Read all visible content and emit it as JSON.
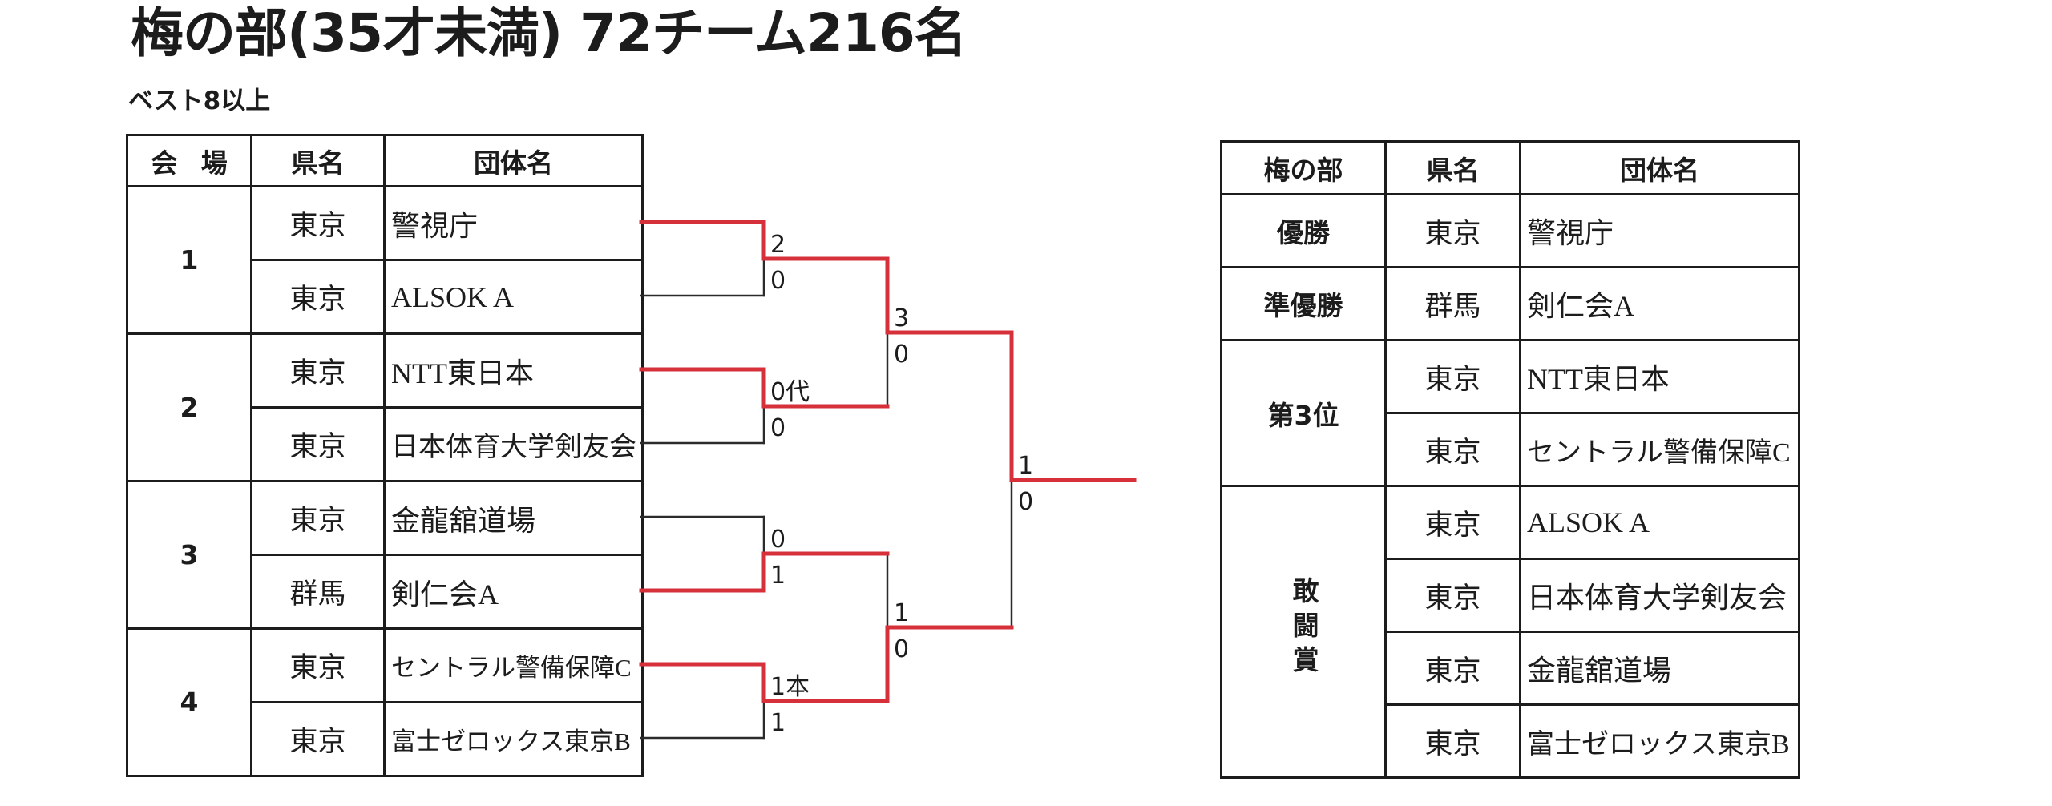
{
  "title": "梅の部(35才未満) 72チーム216名",
  "subtitle": "ベスト8以上",
  "bracket_table": {
    "headers": [
      "会 場",
      "県名",
      "団体名"
    ],
    "venues": [
      {
        "number": "1",
        "teams": [
          {
            "pref": "東京",
            "team": "警視庁"
          },
          {
            "pref": "東京",
            "team": "ALSOK A"
          }
        ]
      },
      {
        "number": "2",
        "teams": [
          {
            "pref": "東京",
            "team": "NTT東日本"
          },
          {
            "pref": "東京",
            "team": "日本体育大学剣友会"
          }
        ]
      },
      {
        "number": "3",
        "teams": [
          {
            "pref": "東京",
            "team": "金龍舘道場"
          },
          {
            "pref": "群馬",
            "team": "剣仁会A"
          }
        ]
      },
      {
        "number": "4",
        "teams": [
          {
            "pref": "東京",
            "team": "セントラル警備保障C"
          },
          {
            "pref": "東京",
            "team": "富士ゼロックス東京B"
          }
        ]
      }
    ]
  },
  "bracket": {
    "rounds": [
      [
        {
          "top_score": "2",
          "bottom_score": "0",
          "winner_is_top": true
        },
        {
          "top_score": "0代",
          "bottom_score": "0",
          "winner_is_top": true
        },
        {
          "top_score": "0",
          "bottom_score": "1",
          "winner_is_top": false
        },
        {
          "top_score": "1本",
          "bottom_score": "1",
          "winner_is_top": true
        }
      ],
      [
        {
          "top_score": "3",
          "bottom_score": "0",
          "winner_is_top": true
        },
        {
          "top_score": "1",
          "bottom_score": "0",
          "winner_is_top": false
        }
      ],
      [
        {
          "top_score": "1",
          "bottom_score": "0",
          "winner_is_top": true
        }
      ]
    ]
  },
  "results_table": {
    "headers": [
      "梅の部",
      "県名",
      "団体名"
    ],
    "groups": [
      {
        "award": "優勝",
        "entries": [
          {
            "pref": "東京",
            "team": "警視庁"
          }
        ]
      },
      {
        "award": "準優勝",
        "entries": [
          {
            "pref": "群馬",
            "team": "剣仁会A"
          }
        ]
      },
      {
        "award": "第3位",
        "entries": [
          {
            "pref": "東京",
            "team": "NTT東日本"
          },
          {
            "pref": "東京",
            "team": "セントラル警備保障C"
          }
        ]
      },
      {
        "award": "敢闘賞",
        "entries": [
          {
            "pref": "東京",
            "team": "ALSOK A"
          },
          {
            "pref": "東京",
            "team": "日本体育大学剣友会"
          },
          {
            "pref": "東京",
            "team": "金龍舘道場"
          },
          {
            "pref": "東京",
            "team": "富士ゼロックス東京B"
          }
        ]
      }
    ]
  },
  "colors": {
    "winner_line": "#d6313b",
    "line": "#2b2b2b",
    "text": "#1c1c1c",
    "background": "#ffffff"
  }
}
